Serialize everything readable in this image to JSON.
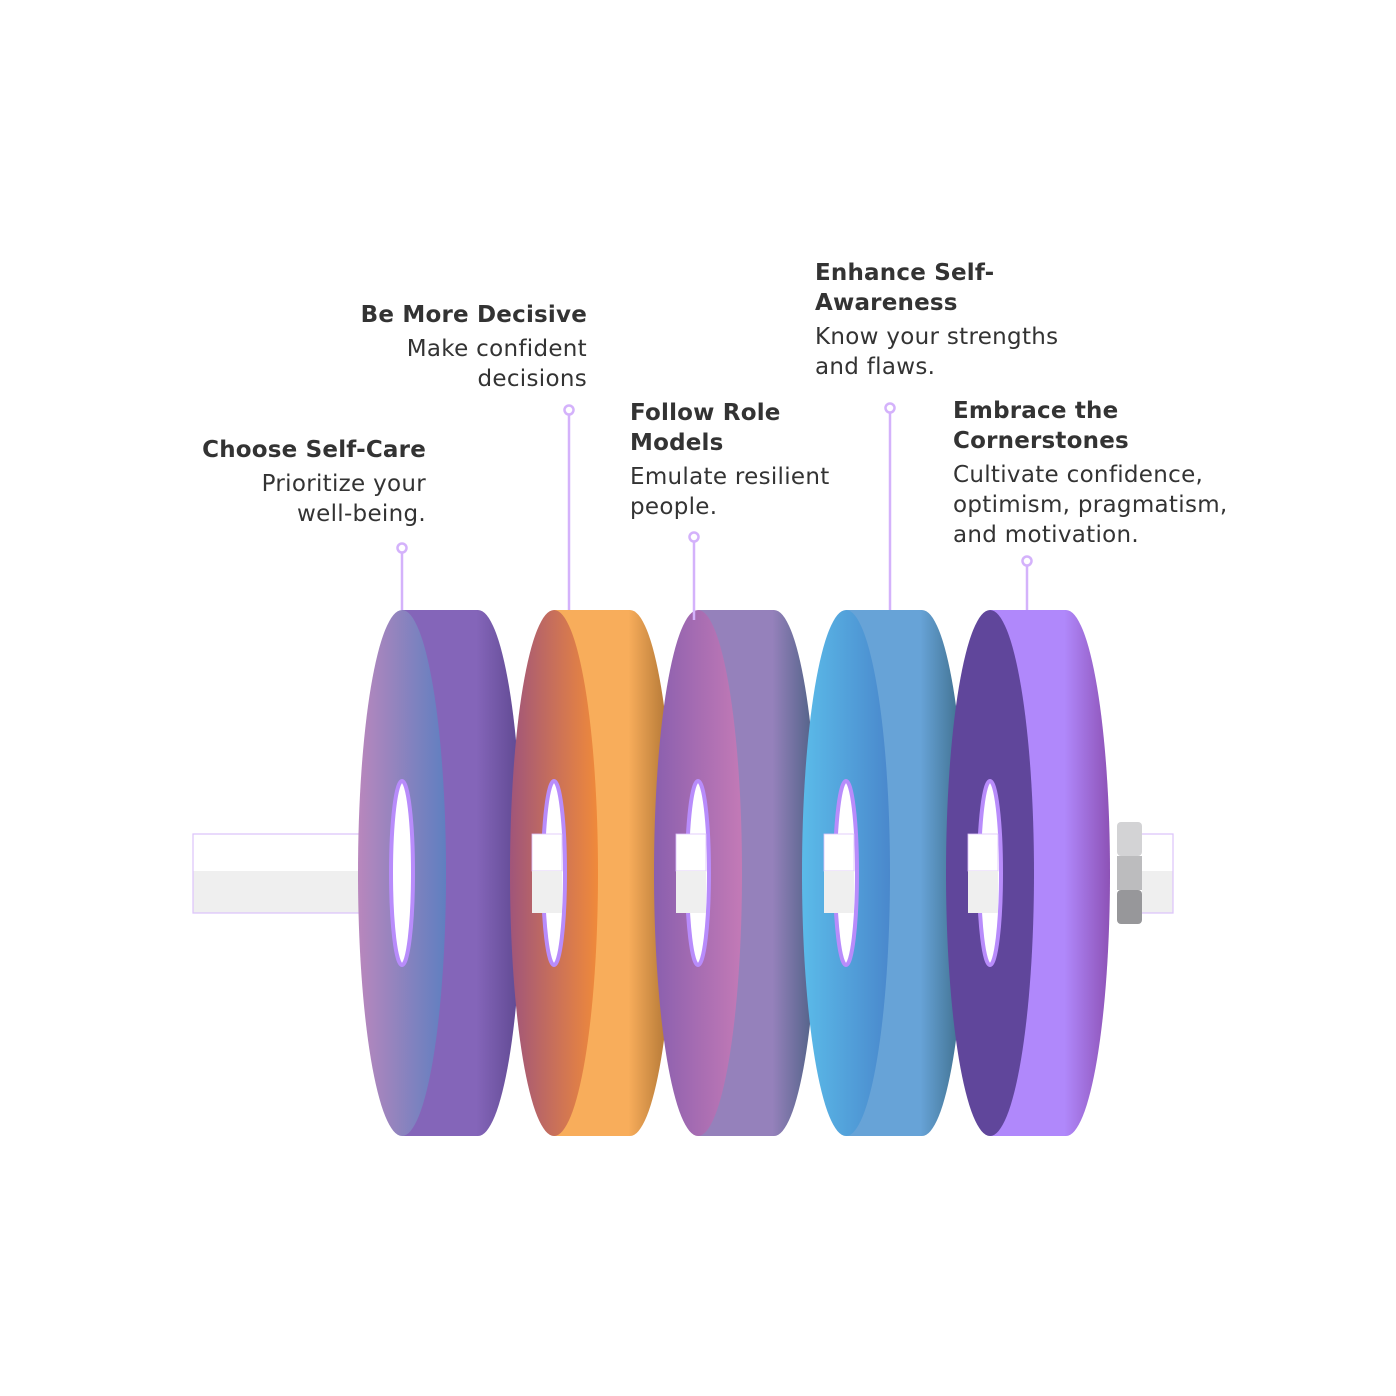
{
  "diagram": {
    "type": "stacked-discs-on-axle",
    "items": [
      {
        "title": "Choose Self-Care",
        "description_lines": [
          "Prioritize your",
          "well-being."
        ],
        "colors": {
          "face_start": "#b987bd",
          "face_end": "#5f7fc0",
          "body": "#8465b9",
          "body_dark": "#5e4890"
        }
      },
      {
        "title": "Be More Decisive",
        "description_lines": [
          "Make confident",
          "decisions"
        ],
        "colors": {
          "face_start": "#a0557a",
          "face_end": "#f08a3a",
          "body": "#f8ad5b",
          "body_dark": "#a86f30"
        }
      },
      {
        "title": "Follow Role Models",
        "title_lines": [
          "Follow Role",
          "Models"
        ],
        "description_lines": [
          "Emulate resilient",
          "people."
        ],
        "colors": {
          "face_start": "#8a5fae",
          "face_end": "#c37ab6",
          "body": "#9581bb",
          "body_dark": "#4a5f82"
        }
      },
      {
        "title": "Enhance Self-Awareness",
        "title_lines": [
          "Enhance Self-",
          "Awareness"
        ],
        "description_lines": [
          "Know your strengths",
          "and flaws."
        ],
        "colors": {
          "face_start": "#5bbbe9",
          "face_end": "#4a88cc",
          "body": "#67a3d7",
          "body_dark": "#3b6a86"
        }
      },
      {
        "title": "Embrace the Cornerstones",
        "title_lines": [
          "Embrace the",
          "Cornerstones"
        ],
        "description_lines": [
          "Cultivate confidence,",
          "optimism, pragmatism,",
          "and motivation."
        ],
        "colors": {
          "face_start": "#60469b",
          "face_end": "#60469b",
          "body": "#b088fb",
          "body_dark": "#8d52b6"
        }
      }
    ],
    "connector_color": "#d4b2fb",
    "hole_rim_color": "#b88cfb",
    "axle": {
      "top_color": "#ffffff",
      "bottom_color": "#efefef",
      "outline_color": "#dcc3fb"
    },
    "nut_colors": [
      "#d3d3d5",
      "#bcbcbe",
      "#97979a"
    ],
    "text_color": "#333333"
  }
}
